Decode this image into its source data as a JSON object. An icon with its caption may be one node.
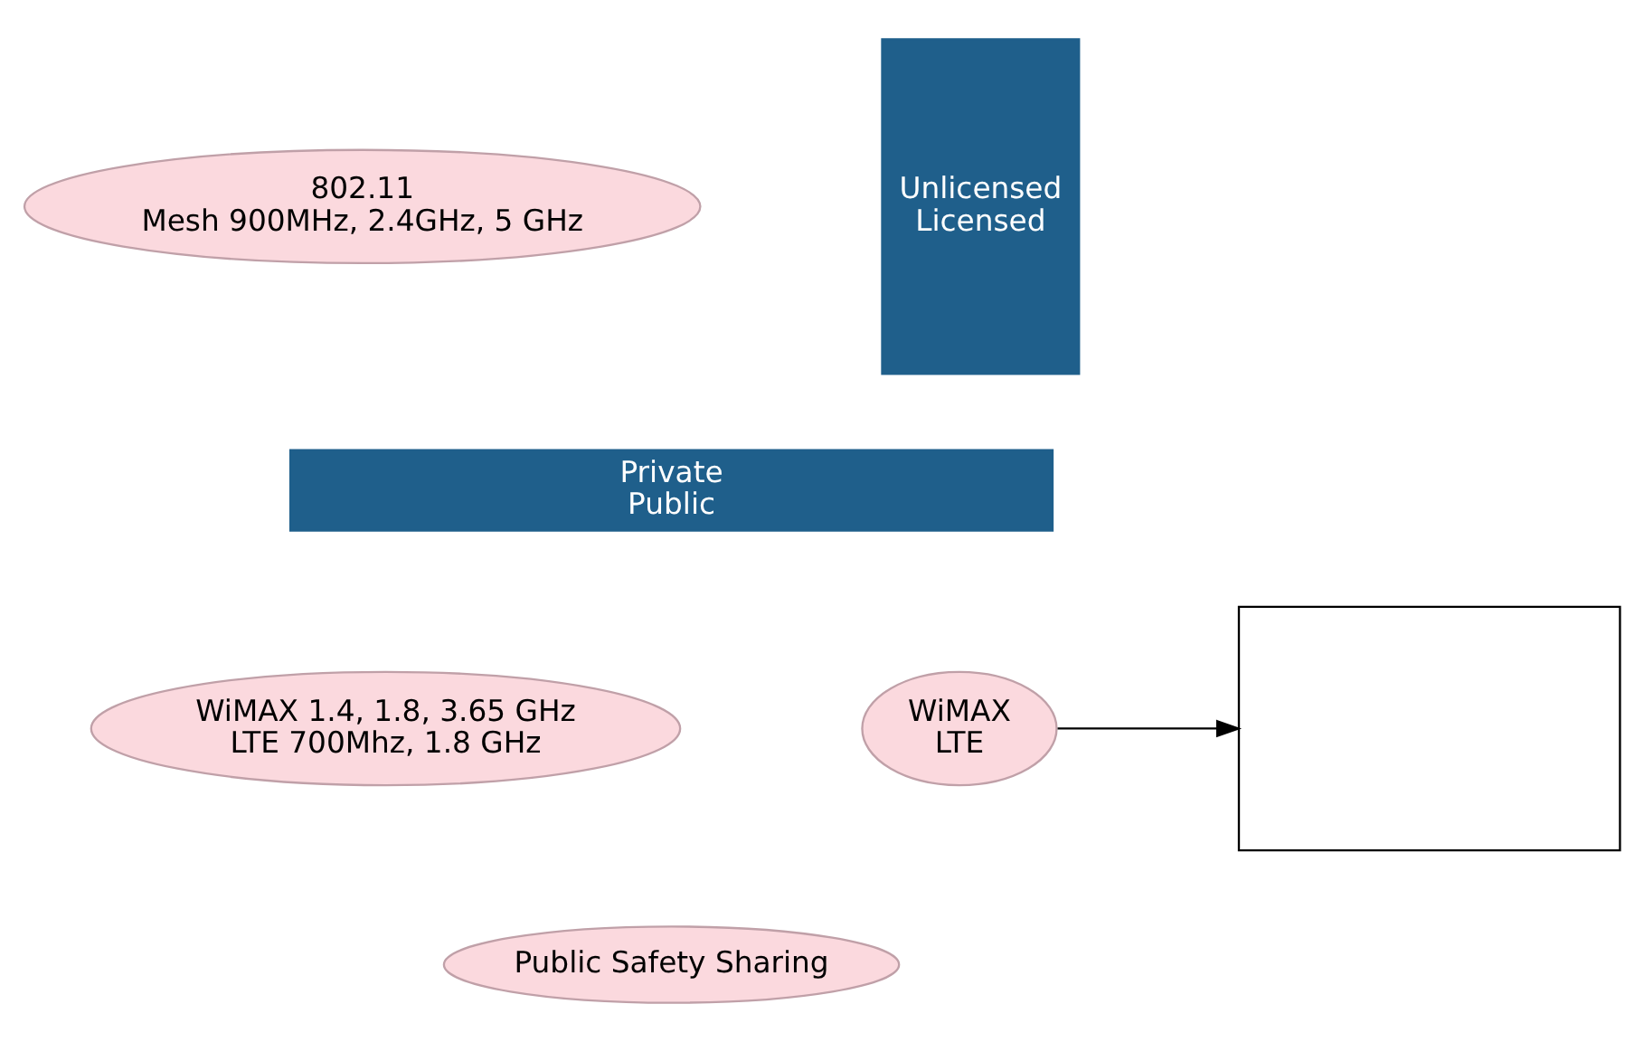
{
  "diagram": {
    "nodes": [
      {
        "text": [
          "802.11",
          "Mesh 900MHz, 2.4GHz, 5 GHz"
        ]
      },
      {
        "text": [
          "Unlicensed",
          "Licensed"
        ]
      },
      {
        "text": [
          "Private",
          "Public"
        ]
      },
      {
        "text": [
          "WiMAX 1.4, 1.8, 3.65 GHz",
          "LTE 700Mhz, 1.8 GHz"
        ]
      },
      {
        "text": [
          "WiMAX",
          "LTE"
        ]
      },
      {
        "text": [],
        "shape": "box"
      },
      {
        "text": [
          "Public Safety Sharing"
        ]
      }
    ],
    "edges": [
      {
        "from": 4,
        "to": 5,
        "arrow": "to"
      }
    ]
  }
}
